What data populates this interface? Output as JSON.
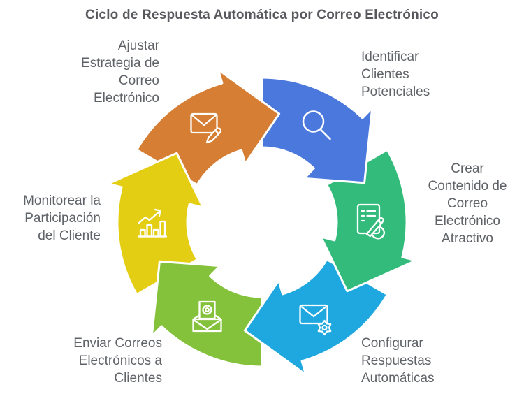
{
  "title": "Ciclo de Respuesta Automática por Correo Electrónico",
  "diagram": {
    "type": "cycle",
    "direction": "clockwise",
    "background": "#ffffff",
    "stroke_color": "#ffffff",
    "text_color": "#5f6368",
    "steps": [
      {
        "label": "Identificar Clientes Potenciales",
        "lines": [
          "Identificar",
          "Clientes",
          "Potenciales"
        ],
        "icon": "search-icon",
        "color": "#4a78dc",
        "position": "top-right"
      },
      {
        "label": "Crear Contenido de Correo Electrónico Atractivo",
        "lines": [
          "Crear",
          "Contenido de",
          "Correo",
          "Electrónico",
          "Atractivo"
        ],
        "icon": "content-pen-icon",
        "color": "#33bb7c",
        "position": "right"
      },
      {
        "label": "Configurar Respuestas Automáticas",
        "lines": [
          "Configurar",
          "Respuestas",
          "Automáticas"
        ],
        "icon": "email-gear-icon",
        "color": "#1fa8df",
        "position": "bottom-right"
      },
      {
        "label": "Enviar Correos Electrónicos a Clientes",
        "lines": [
          "Enviar Correos",
          "Electrónicos a",
          "Clientes"
        ],
        "icon": "email-at-icon",
        "color": "#85c23c",
        "position": "bottom-left"
      },
      {
        "label": "Monitorear la Participación del Cliente",
        "lines": [
          "Monitorear la",
          "Participación",
          "del Cliente"
        ],
        "icon": "growth-chart-icon",
        "color": "#e4ce14",
        "position": "left"
      },
      {
        "label": "Ajustar Estrategia de Correo Electrónico",
        "lines": [
          "Ajustar",
          "Estrategia de",
          "Correo",
          "Electrónico"
        ],
        "icon": "email-edit-icon",
        "color": "#d67e33",
        "position": "top-left"
      }
    ]
  }
}
